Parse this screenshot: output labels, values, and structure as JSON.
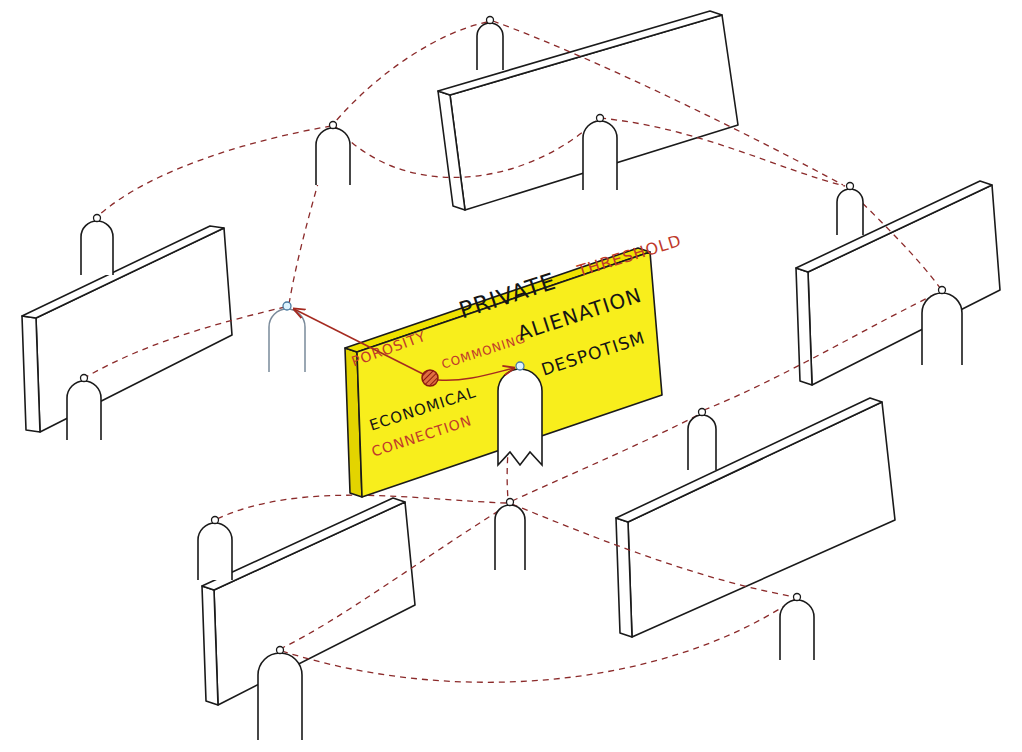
{
  "diagram": {
    "nodes": [
      {
        "text": [
          "POROSITY",
          "PRIVATE",
          "THRESHOLD",
          "COMMONING",
          "ALIENATION",
          "DESPOTISM",
          "ECONOMICAL",
          "CONNECTION"
        ]
      }
    ]
  }
}
